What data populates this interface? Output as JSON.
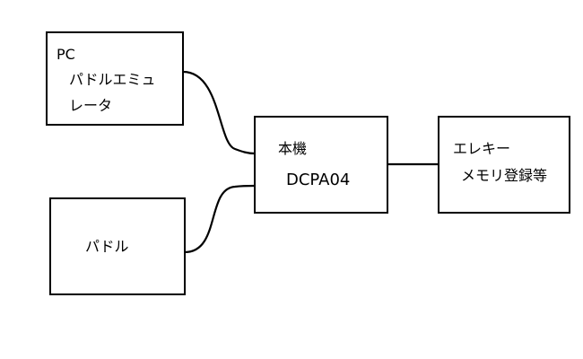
{
  "pc_box": {
    "line1": "PC",
    "line2": "パドルエミュ",
    "line3": "レータ"
  },
  "paddle_box": {
    "label": "パドル"
  },
  "main_box": {
    "line1": "本機",
    "line2": "DCPA04"
  },
  "keyer_box": {
    "line1": "エレキー",
    "line2": "メモリ登録等"
  }
}
